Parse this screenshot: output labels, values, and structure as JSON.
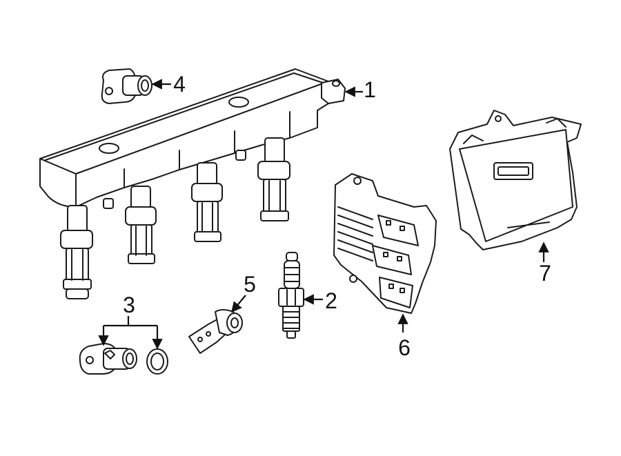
{
  "callouts": {
    "ignition_coil": "1",
    "spark_plug": "2",
    "crankshaft_sensor": "3",
    "camshaft_sensor": "4",
    "knock_sensor": "5",
    "ecm": "6",
    "ecm_bracket": "7"
  }
}
